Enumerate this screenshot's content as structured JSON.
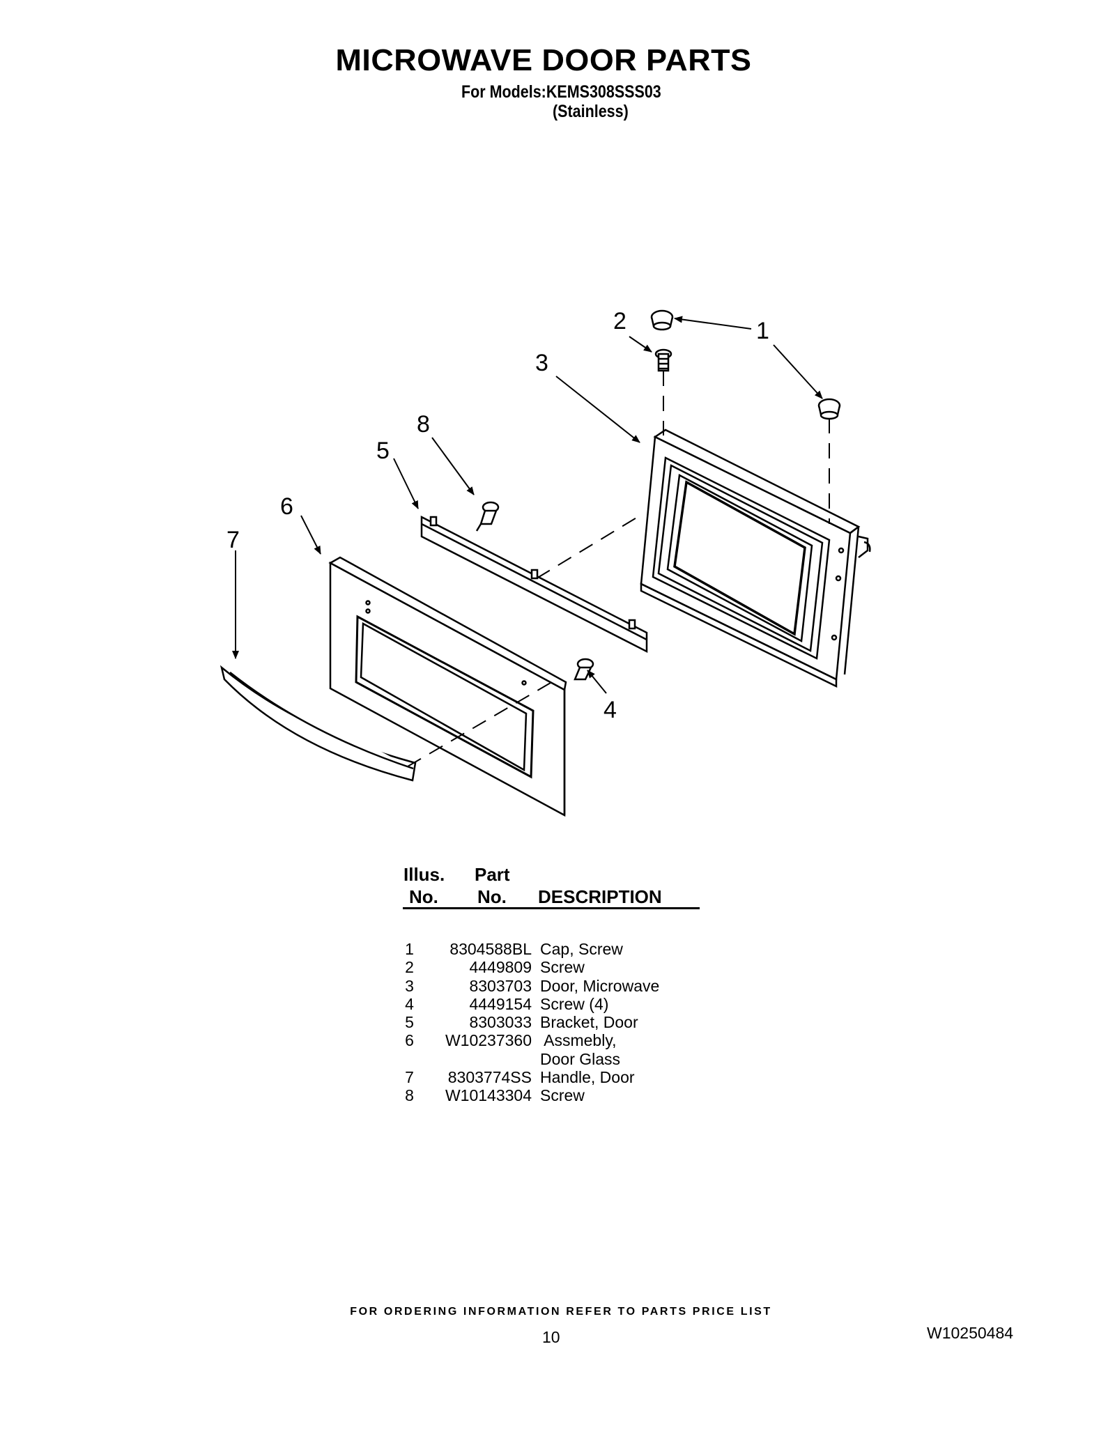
{
  "header": {
    "title": "MICROWAVE DOOR PARTS",
    "models_line": "For Models:KEMS308SSS03",
    "finish_line": "(Stainless)"
  },
  "diagram": {
    "callouts": [
      "1",
      "2",
      "3",
      "4",
      "5",
      "6",
      "7",
      "8"
    ]
  },
  "table": {
    "headers": {
      "illus_top": "Illus.",
      "illus_bottom": "No.",
      "part_top": "Part",
      "part_bottom": "No.",
      "description": "DESCRIPTION"
    },
    "rows": [
      {
        "no": "1",
        "part": "8304588BL",
        "desc": "Cap, Screw"
      },
      {
        "no": "2",
        "part": "4449809",
        "desc": "Screw"
      },
      {
        "no": "3",
        "part": "8303703",
        "desc": "Door, Microwave"
      },
      {
        "no": "4",
        "part": "4449154",
        "desc": "Screw (4)"
      },
      {
        "no": "5",
        "part": "8303033",
        "desc": "Bracket, Door"
      },
      {
        "no": "6",
        "part": "W10237360",
        "desc": " Assmebly,"
      },
      {
        "no": "",
        "part": "",
        "desc": "Door Glass"
      },
      {
        "no": "7",
        "part": "8303774SS",
        "desc": "Handle, Door"
      },
      {
        "no": "8",
        "part": "W10143304",
        "desc": "Screw"
      }
    ]
  },
  "footer": {
    "ordering_note": "FOR ORDERING INFORMATION REFER TO PARTS PRICE LIST",
    "page_number": "10",
    "document_number": "W10250484"
  }
}
